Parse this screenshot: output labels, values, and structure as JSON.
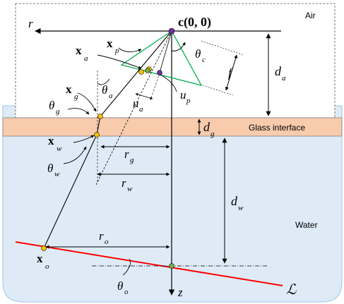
{
  "regions": {
    "air": "Air",
    "glass": "Glass interface",
    "water": "Water"
  },
  "labels": {
    "r_axis": "r",
    "camera_center": "c(0, 0)",
    "z_axis": "z",
    "x_p": "x",
    "x_p_sub": "p",
    "x_a": "x",
    "x_a_sub": "a",
    "x_g": "x",
    "x_g_sub": "g",
    "x_w": "x",
    "x_w_sub": "w",
    "x_o": "x",
    "x_o_sub": "o",
    "theta_c": "θ",
    "theta_c_sub": "c",
    "theta_a": "θ",
    "theta_a_sub": "a",
    "theta_g": "θ",
    "theta_g_sub": "g",
    "theta_w": "θ",
    "theta_w_sub": "w",
    "theta_o": "θ",
    "theta_o_sub": "o",
    "f": "f",
    "u_p": "u",
    "u_p_sub": "p",
    "u_a": "u",
    "u_a_sub": "a",
    "d_a": "d",
    "d_a_sub": "a",
    "d_g": "d",
    "d_g_sub": "g",
    "d_w": "d",
    "d_w_sub": "w",
    "r_g": "r",
    "r_g_sub": "g",
    "r_w": "r",
    "r_w_sub": "w",
    "r_o": "r",
    "r_o_sub": "o",
    "line_L": "ℒ"
  },
  "colors": {
    "glass": "#f8cbad",
    "water": "#deebf7",
    "water_edge": "#9dc3e6",
    "camera_triangle": "#00b050",
    "target_line": "#ff0000",
    "point_yellow": "#ffc000",
    "point_purple": "#7030a0",
    "point_green": "#70ad47"
  }
}
